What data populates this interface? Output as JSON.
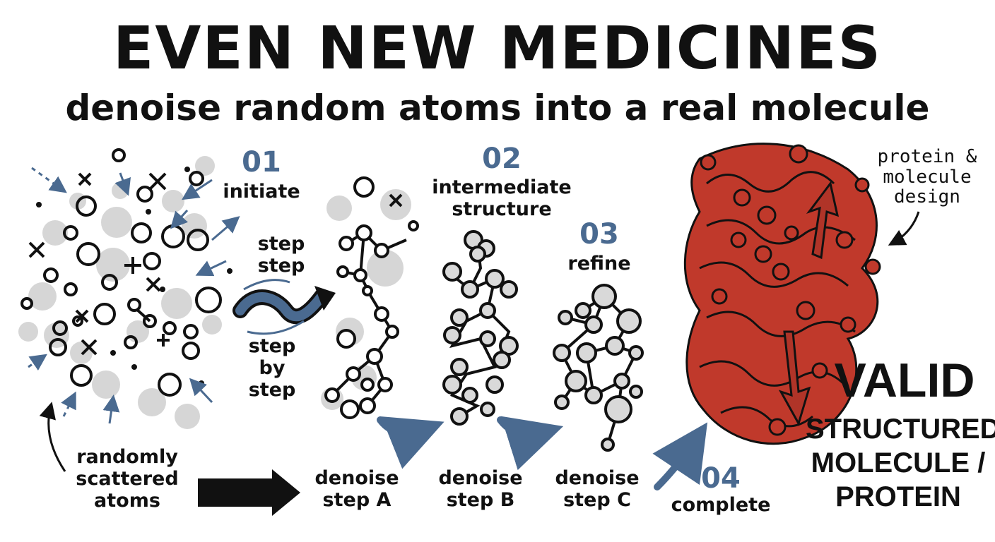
{
  "header": {
    "title": "EVEN NEW MEDICINES",
    "subtitle": "denoise random atoms into a real molecule"
  },
  "stages": [
    {
      "number": "01",
      "label": "initiate"
    },
    {
      "number": "02",
      "label": "intermediate structure"
    },
    {
      "number": "03",
      "label": "refine"
    },
    {
      "number": "04",
      "label": "complete"
    }
  ],
  "flow_labels": {
    "step_step": "step step",
    "step_by_step": "step by step"
  },
  "bottom_labels": {
    "scattered": "randomly scattered atoms",
    "step_a": "denoise step A",
    "step_b": "denoise step B",
    "step_c": "denoise step C"
  },
  "annotation": "protein & molecule design",
  "result": {
    "headline": "VALID",
    "line1": "STRUCTURED",
    "line2": "MOLECULE /",
    "line3": "PROTEIN"
  },
  "colors": {
    "ink": "#111111",
    "accent_blue": "#4a6a90",
    "protein_red": "#c0392b",
    "atom_gray": "#d6d6d6"
  }
}
